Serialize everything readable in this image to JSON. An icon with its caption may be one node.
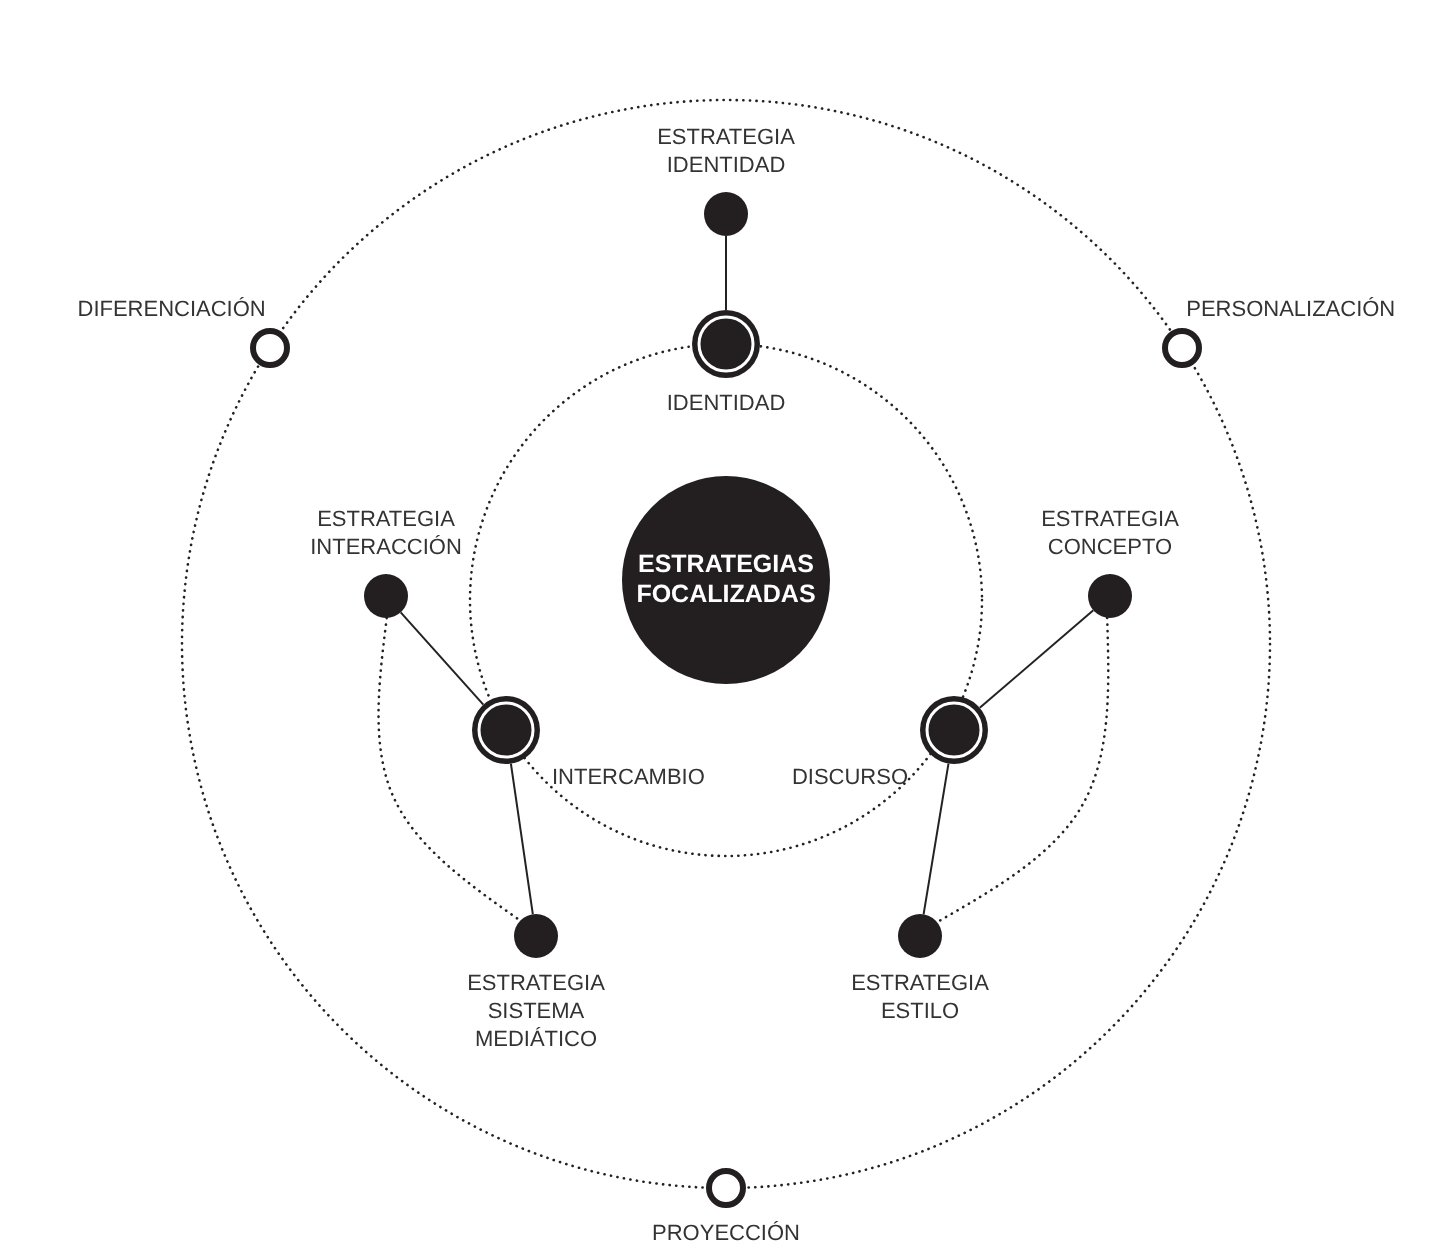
{
  "diagram": {
    "nodes": [
      {
        "text": [
          "ESTRATEGIA IDENTIDAD"
        ]
      },
      {
        "text": [
          "DIFERENCIACIÓN"
        ]
      },
      {
        "text": [
          "PERSONALIZACIÓN"
        ]
      },
      {
        "text": [
          "IDENTIDAD"
        ]
      },
      {
        "text": [
          "ESTRATEGIA INTERACCIÓN"
        ]
      },
      {
        "text": [
          "ESTRATEGIAS FOCALIZADAS"
        ]
      },
      {
        "text": [
          "ESTRATEGIA CONCEPTO"
        ]
      },
      {
        "text": [
          "INTERCAMBIO"
        ]
      },
      {
        "text": [
          "DISCURSO"
        ]
      },
      {
        "text": [
          "ESTRATEGIA SISTEMA MEDIÁTICO"
        ]
      },
      {
        "text": [
          "ESTRATEGIA ESTILO"
        ]
      },
      {
        "text": [
          "PROYECCIÓN"
        ]
      }
    ],
    "edges": [
      {
        "from": 0,
        "to": 3,
        "arrow": "none"
      },
      {
        "from": 4,
        "to": 7,
        "arrow": "none"
      },
      {
        "from": 7,
        "to": 9,
        "arrow": "none"
      },
      {
        "from": 6,
        "to": 8,
        "arrow": "none"
      },
      {
        "from": 8,
        "to": 10,
        "arrow": "none"
      },
      {
        "from": 4,
        "to": 9,
        "arrow": "none",
        "style": "dashed"
      },
      {
        "from": 6,
        "to": 10,
        "arrow": "none",
        "style": "dashed"
      }
    ]
  }
}
